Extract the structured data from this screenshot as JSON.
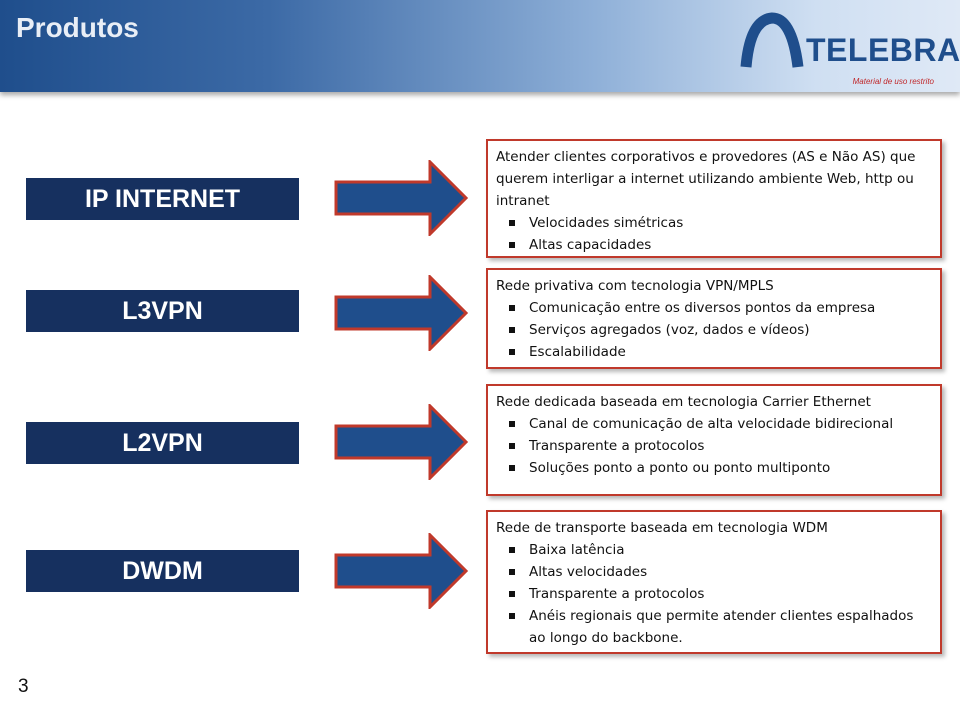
{
  "header": {
    "title": "Produtos",
    "logo_text": "TELEBRAS",
    "restricted_notice": "Material de uso restrito"
  },
  "products": [
    {
      "label": "IP INTERNET",
      "intro": "Atender clientes corporativos e provedores (AS e Não AS) que querem interligar a internet utilizando ambiente Web, http ou intranet",
      "bullets": [
        "Velocidades simétricas",
        "Altas capacidades"
      ]
    },
    {
      "label": "L3VPN",
      "intro": "Rede privativa com tecnologia VPN/MPLS",
      "bullets": [
        "Comunicação entre os diversos pontos da empresa",
        "Serviços agregados (voz, dados e vídeos)",
        "Escalabilidade"
      ]
    },
    {
      "label": "L2VPN",
      "intro": "Rede dedicada baseada em tecnologia Carrier Ethernet",
      "bullets": [
        "Canal de comunicação de alta velocidade bidirecional",
        "Transparente a protocolos",
        "Soluções ponto a ponto ou ponto multiponto"
      ]
    },
    {
      "label": "DWDM",
      "intro": "Rede de transporte baseada em tecnologia WDM",
      "bullets": [
        "Baixa latência",
        "Altas velocidades",
        "Transparente a protocolos",
        "Anéis regionais que permite atender clientes espalhados ao longo do backbone."
      ]
    }
  ],
  "footer": {
    "page_number": "3"
  },
  "colors": {
    "label_bg": "#16305f",
    "box_border": "#c0392b",
    "arrow_fill": "#1f4e8c",
    "arrow_border": "#c0392b",
    "logo_blue": "#1f4e8c",
    "notice_red": "#c0282a"
  }
}
